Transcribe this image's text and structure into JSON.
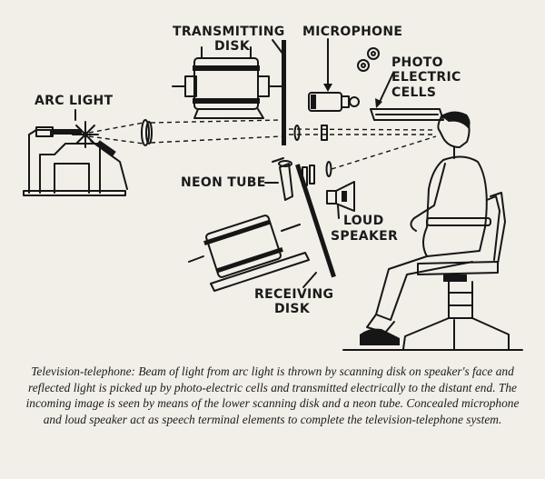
{
  "labels": {
    "transmitting_disk": [
      "TRANSMITTING",
      "DISK"
    ],
    "microphone": "MICROPHONE",
    "photo_electric_cells": [
      "PHOTO",
      "ELECTRIC",
      "CELLS"
    ],
    "arc_light": "ARC LIGHT",
    "neon_tube": "NEON TUBE",
    "loud_speaker": [
      "LOUD",
      "SPEAKER"
    ],
    "receiving_disk": [
      "RECEIVING",
      "DISK"
    ]
  },
  "caption": "Television-telephone: Beam of light from arc light is thrown by scanning disk on speaker's face and reflected light is picked up by photo-electric cells and transmitted electrically to the distant end. The incoming image is seen by means of the lower scanning disk and a neon tube. Concealed microphone and loud speaker act as speech terminal elements to complete the television-telephone system."
}
